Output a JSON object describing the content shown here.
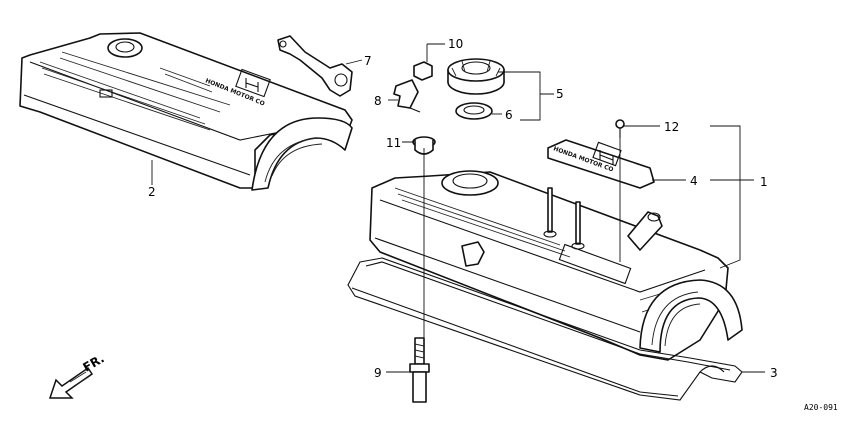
{
  "diagram": {
    "callouts": [
      "1",
      "2",
      "3",
      "4",
      "5",
      "6",
      "7",
      "8",
      "9",
      "10",
      "11",
      "12"
    ],
    "direction_label": "FR.",
    "diagram_code": "A20-091",
    "plate_text": "HONDA MOTOR CO",
    "cover_text": "HONDA MOTOR CO"
  }
}
